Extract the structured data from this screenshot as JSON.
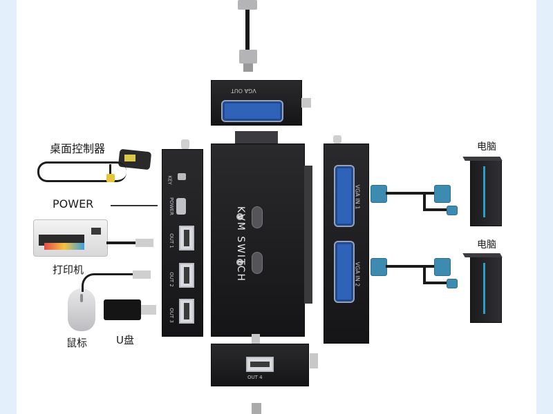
{
  "labels": {
    "desktop_controller": "桌面控制器",
    "power": "POWER",
    "printer": "打印机",
    "mouse": "鼠标",
    "udisk": "U盘",
    "computer_1": "电脑",
    "computer_2": "电脑"
  },
  "device": {
    "name": "KVM SWITCH",
    "button_1": "1",
    "button_2": "2",
    "vga_out": "VGA OUT",
    "vga_in_1": "VGA IN 1",
    "vga_in_2": "VGA IN 2",
    "key": "KEY",
    "power_port": "POWER",
    "out_1": "OUT 1",
    "out_2": "OUT 2",
    "out_3": "OUT 3",
    "out_4": "OUT 4"
  },
  "colors": {
    "background": "#ffffff",
    "edge": "#e3effb",
    "device_body": "#1c1c1e",
    "vga_port": "#2f63b8",
    "vga_cable": "#3d8bb0"
  }
}
